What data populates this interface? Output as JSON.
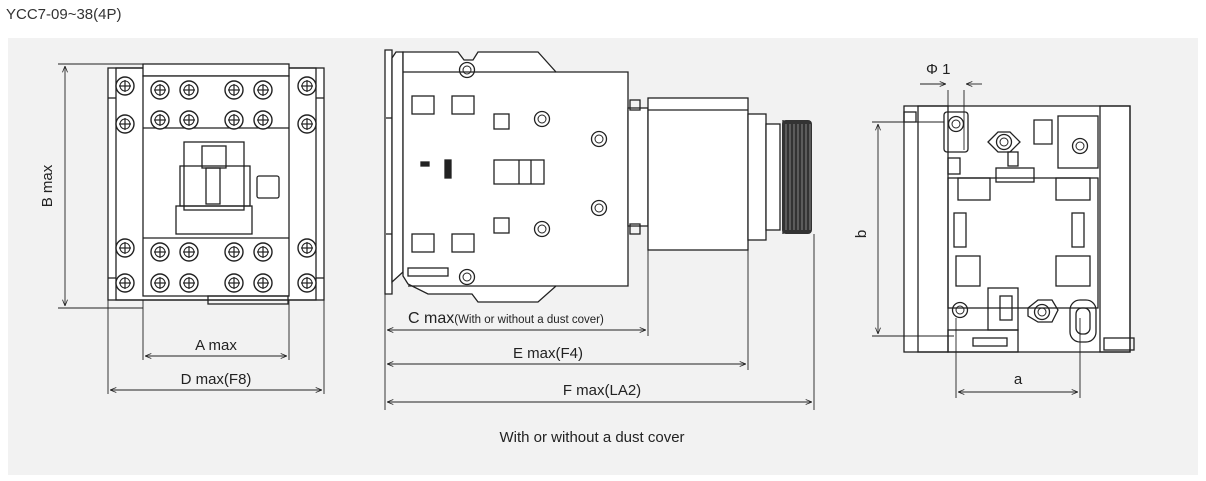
{
  "title": "YCC7-09~38(4P)",
  "colors": {
    "panel_bg": "#f2f2f2",
    "line": "#222222"
  },
  "views": {
    "front": {
      "label_height": "B max",
      "label_width_inner": "A max",
      "label_width_outer": "D max(F8)"
    },
    "side": {
      "label_c_main": "C max",
      "label_c_note": "(With or without a dust cover)",
      "label_e": "E max(F4)",
      "label_f": "F max(LA2)",
      "caption": "With or without a dust cover"
    },
    "mount": {
      "label_hole": "Φ 1",
      "label_height": "b",
      "label_width": "a"
    }
  }
}
